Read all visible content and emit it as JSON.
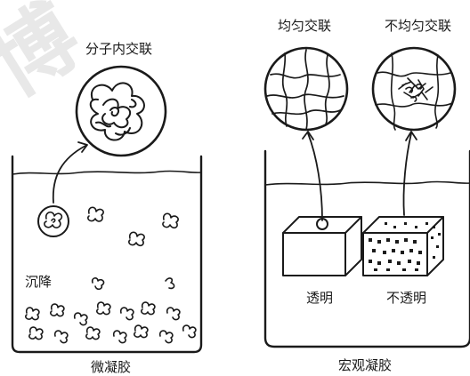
{
  "watermark": "博",
  "micro": {
    "top_label": "分子内交联",
    "sediment_label": "沉降",
    "caption": "微凝胶"
  },
  "macro": {
    "uniform_label": "均匀交联",
    "nonuniform_label": "不均匀交联",
    "transparent_label": "透明",
    "opaque_label": "不透明",
    "caption": "宏观凝胶"
  },
  "colors": {
    "ink": "#1a1a1a",
    "paper": "#ffffff"
  }
}
